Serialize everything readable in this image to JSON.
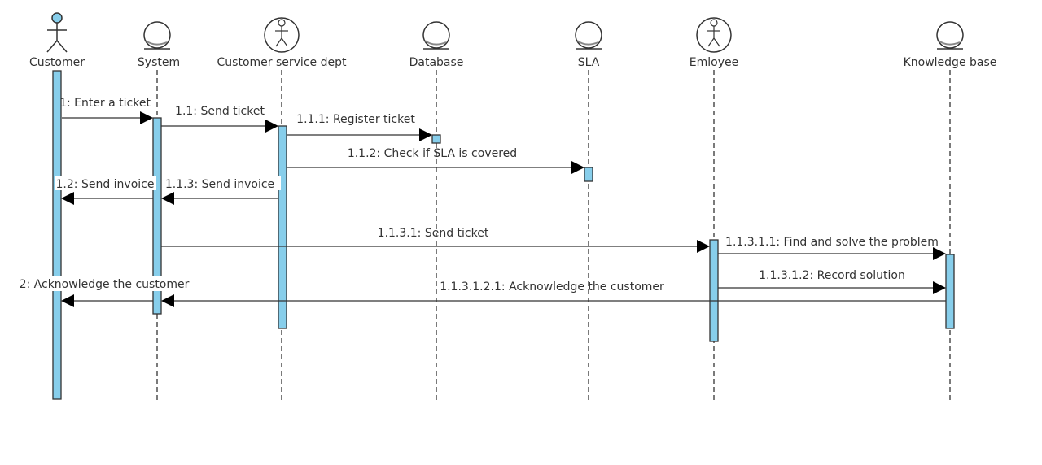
{
  "participants": [
    {
      "id": "customer",
      "name": "Customer",
      "kind": "actor"
    },
    {
      "id": "system",
      "name": "System",
      "kind": "boundary"
    },
    {
      "id": "csd",
      "name": "Customer service dept",
      "kind": "actor-circle"
    },
    {
      "id": "database",
      "name": "Database",
      "kind": "boundary"
    },
    {
      "id": "sla",
      "name": "SLA",
      "kind": "boundary"
    },
    {
      "id": "employee",
      "name": "Emloyee",
      "kind": "actor-circle"
    },
    {
      "id": "kb",
      "name": "Knowledge base",
      "kind": "boundary"
    }
  ],
  "messages": [
    {
      "id": "m1",
      "label": "1: Enter a ticket",
      "from": "customer",
      "to": "system"
    },
    {
      "id": "m2",
      "label": "1.1: Send ticket",
      "from": "system",
      "to": "csd"
    },
    {
      "id": "m3",
      "label": "1.1.1: Register ticket",
      "from": "csd",
      "to": "database"
    },
    {
      "id": "m4",
      "label": "1.1.2: Check if SLA is covered",
      "from": "csd",
      "to": "sla"
    },
    {
      "id": "m5",
      "label": "1.1.3: Send invoice",
      "from": "csd",
      "to": "system"
    },
    {
      "id": "m6",
      "label": "1.2: Send invoice",
      "from": "system",
      "to": "customer"
    },
    {
      "id": "m7",
      "label": "1.1.3.1: Send ticket",
      "from": "system",
      "to": "employee"
    },
    {
      "id": "m8",
      "label": "1.1.3.1.1: Find and solve the problem",
      "from": "employee",
      "to": "kb"
    },
    {
      "id": "m9",
      "label": "1.1.3.1.2: Record solution",
      "from": "employee",
      "to": "kb"
    },
    {
      "id": "m10",
      "label": "1.1.3.1.2.1: Acknowledge the customer",
      "from": "kb",
      "to": "system"
    },
    {
      "id": "m11",
      "label": "2: Acknowledge the customer",
      "from": "system",
      "to": "customer"
    }
  ],
  "colors": {
    "activation": "#87ceeb",
    "actor_head": "#87ceeb",
    "line": "#333333"
  }
}
